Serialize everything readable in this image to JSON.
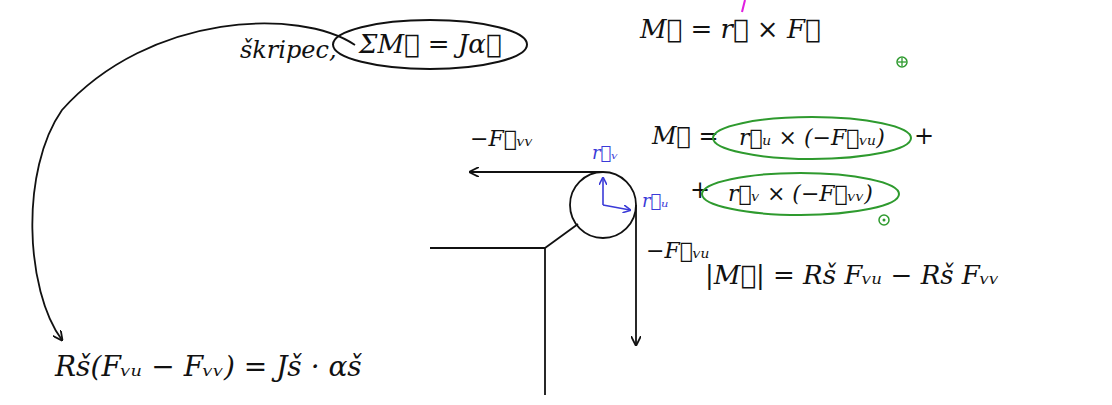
{
  "diagram": {
    "nodes": [
      {
        "text": [
          "ΣM⃗ = Jα⃗"
        ]
      },
      {
        "text": [
          "r⃗ᵤ × (−F⃗ᵥᵤ)"
        ]
      },
      {
        "text": [
          "r⃗ᵥ × (−F⃗ᵥᵥ)"
        ]
      }
    ],
    "labels": [
      "škripec,",
      "M⃗ = r⃗ × F⃗",
      "−F⃗ᵥᵥ",
      "r⃗ᵥ",
      "r⃗ᵤ",
      "−F⃗ᵥᵤ",
      "M⃗ =",
      "+",
      "+",
      "|M⃗| = Rš Fᵥᵤ − Rš Fᵥᵥ",
      "Rš(Fᵥᵤ − Fᵥᵥ) = Jš · αš"
    ]
  }
}
